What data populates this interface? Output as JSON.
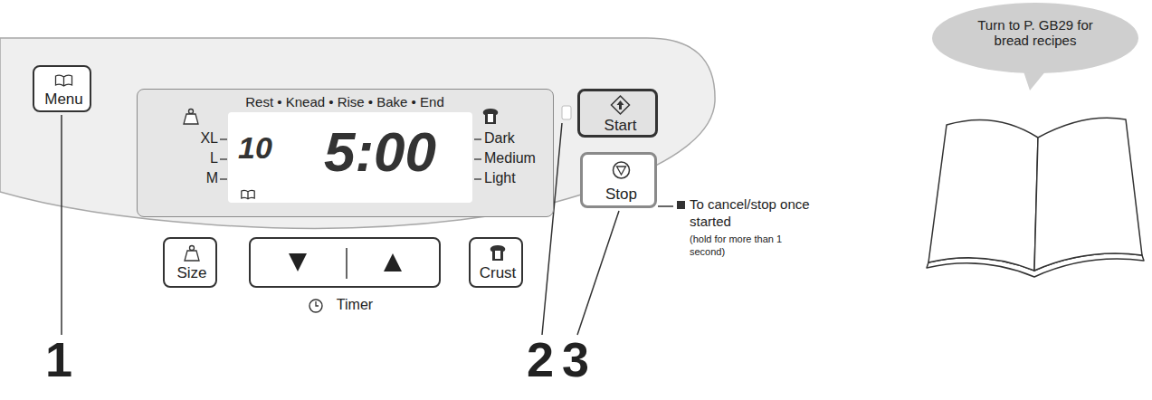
{
  "diagram": {
    "nodes": [
      {
        "text": [
          "Menu"
        ]
      },
      {
        "text": [
          "Rest • Knead • Rise • Bake • End",
          "XL",
          "L",
          "M",
          "Dark",
          "Medium",
          "Light"
        ]
      },
      {
        "text": [
          "10",
          "5:00"
        ],
        "in": 1
      },
      {
        "text": [
          "Start"
        ]
      },
      {
        "text": [
          "Stop"
        ]
      },
      {
        "text": [
          "Size"
        ]
      },
      {
        "text": [
          "Timer"
        ]
      },
      {
        "text": [
          "Crust"
        ]
      },
      {
        "text": [
          "Turn to P. GB29 for bread recipes"
        ]
      }
    ],
    "labels": [
      "1",
      "2",
      "3",
      "To cancel/stop once started",
      "(hold for more than 1 second)"
    ]
  }
}
